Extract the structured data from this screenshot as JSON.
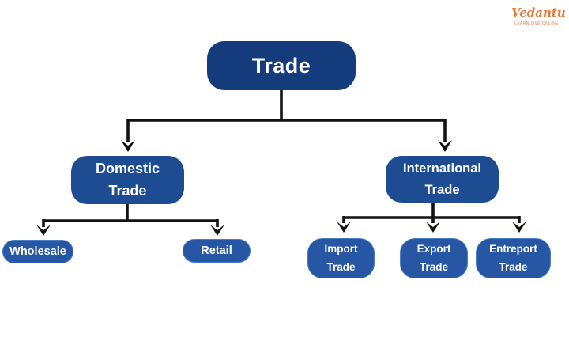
{
  "brand": {
    "name": "Vedantu",
    "tagline": "Learn LIVE Online",
    "color": "#E5793A"
  },
  "diagram": {
    "root": {
      "label": "Trade"
    },
    "branches": {
      "domestic": {
        "label": "Domestic Trade"
      },
      "international": {
        "label": "International Trade"
      }
    },
    "leaves": {
      "wholesale": {
        "label": "Wholesale"
      },
      "retail": {
        "label": "Retail"
      },
      "import": {
        "label": "Import Trade"
      },
      "export": {
        "label": "Export Trade"
      },
      "entreport": {
        "label": "Entreport Trade"
      }
    },
    "colors": {
      "root_fill": "#143C7C",
      "branch_fill": "#1D4C92",
      "leaf_fill": "#2757A4",
      "text": "#FFFFFF",
      "line": "#121212",
      "background": "#FFFFFF"
    }
  }
}
